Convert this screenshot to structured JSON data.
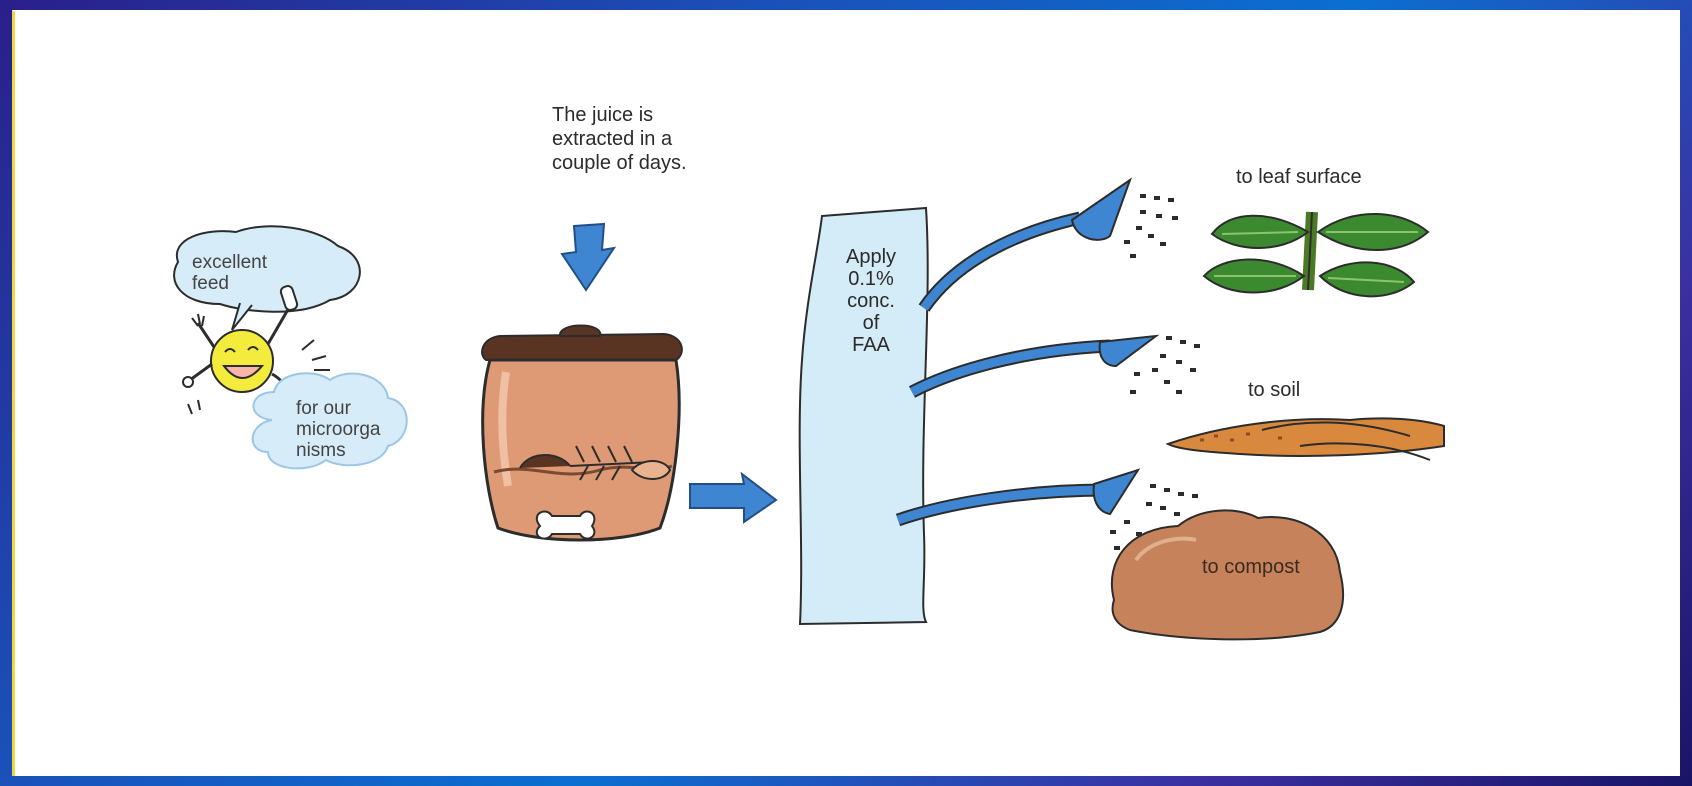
{
  "diagram": {
    "note_top": "The juice is\nextracted in a\ncouple of days.",
    "bubble_feed": "excellent\nfeed",
    "bubble_micro": "for our\nmicroorga\nnisms",
    "column_text": "Apply\n0.1%\nconc.\nof\nFAA",
    "targets": [
      {
        "label": "to leaf surface",
        "icon": "leaf-icon"
      },
      {
        "label": "to soil",
        "icon": "soil-icon"
      },
      {
        "label": "to compost",
        "icon": "compost-icon"
      }
    ]
  },
  "colors": {
    "accent_blue": "#3f86d2",
    "column_fill": "#d4ebf8",
    "pot_fill": "#dd9a74",
    "leaf_green": "#3c8a2f",
    "soil_orange": "#d9893e",
    "compost_brown": "#c6825a",
    "bubble_blue": "#d6ecf8"
  }
}
